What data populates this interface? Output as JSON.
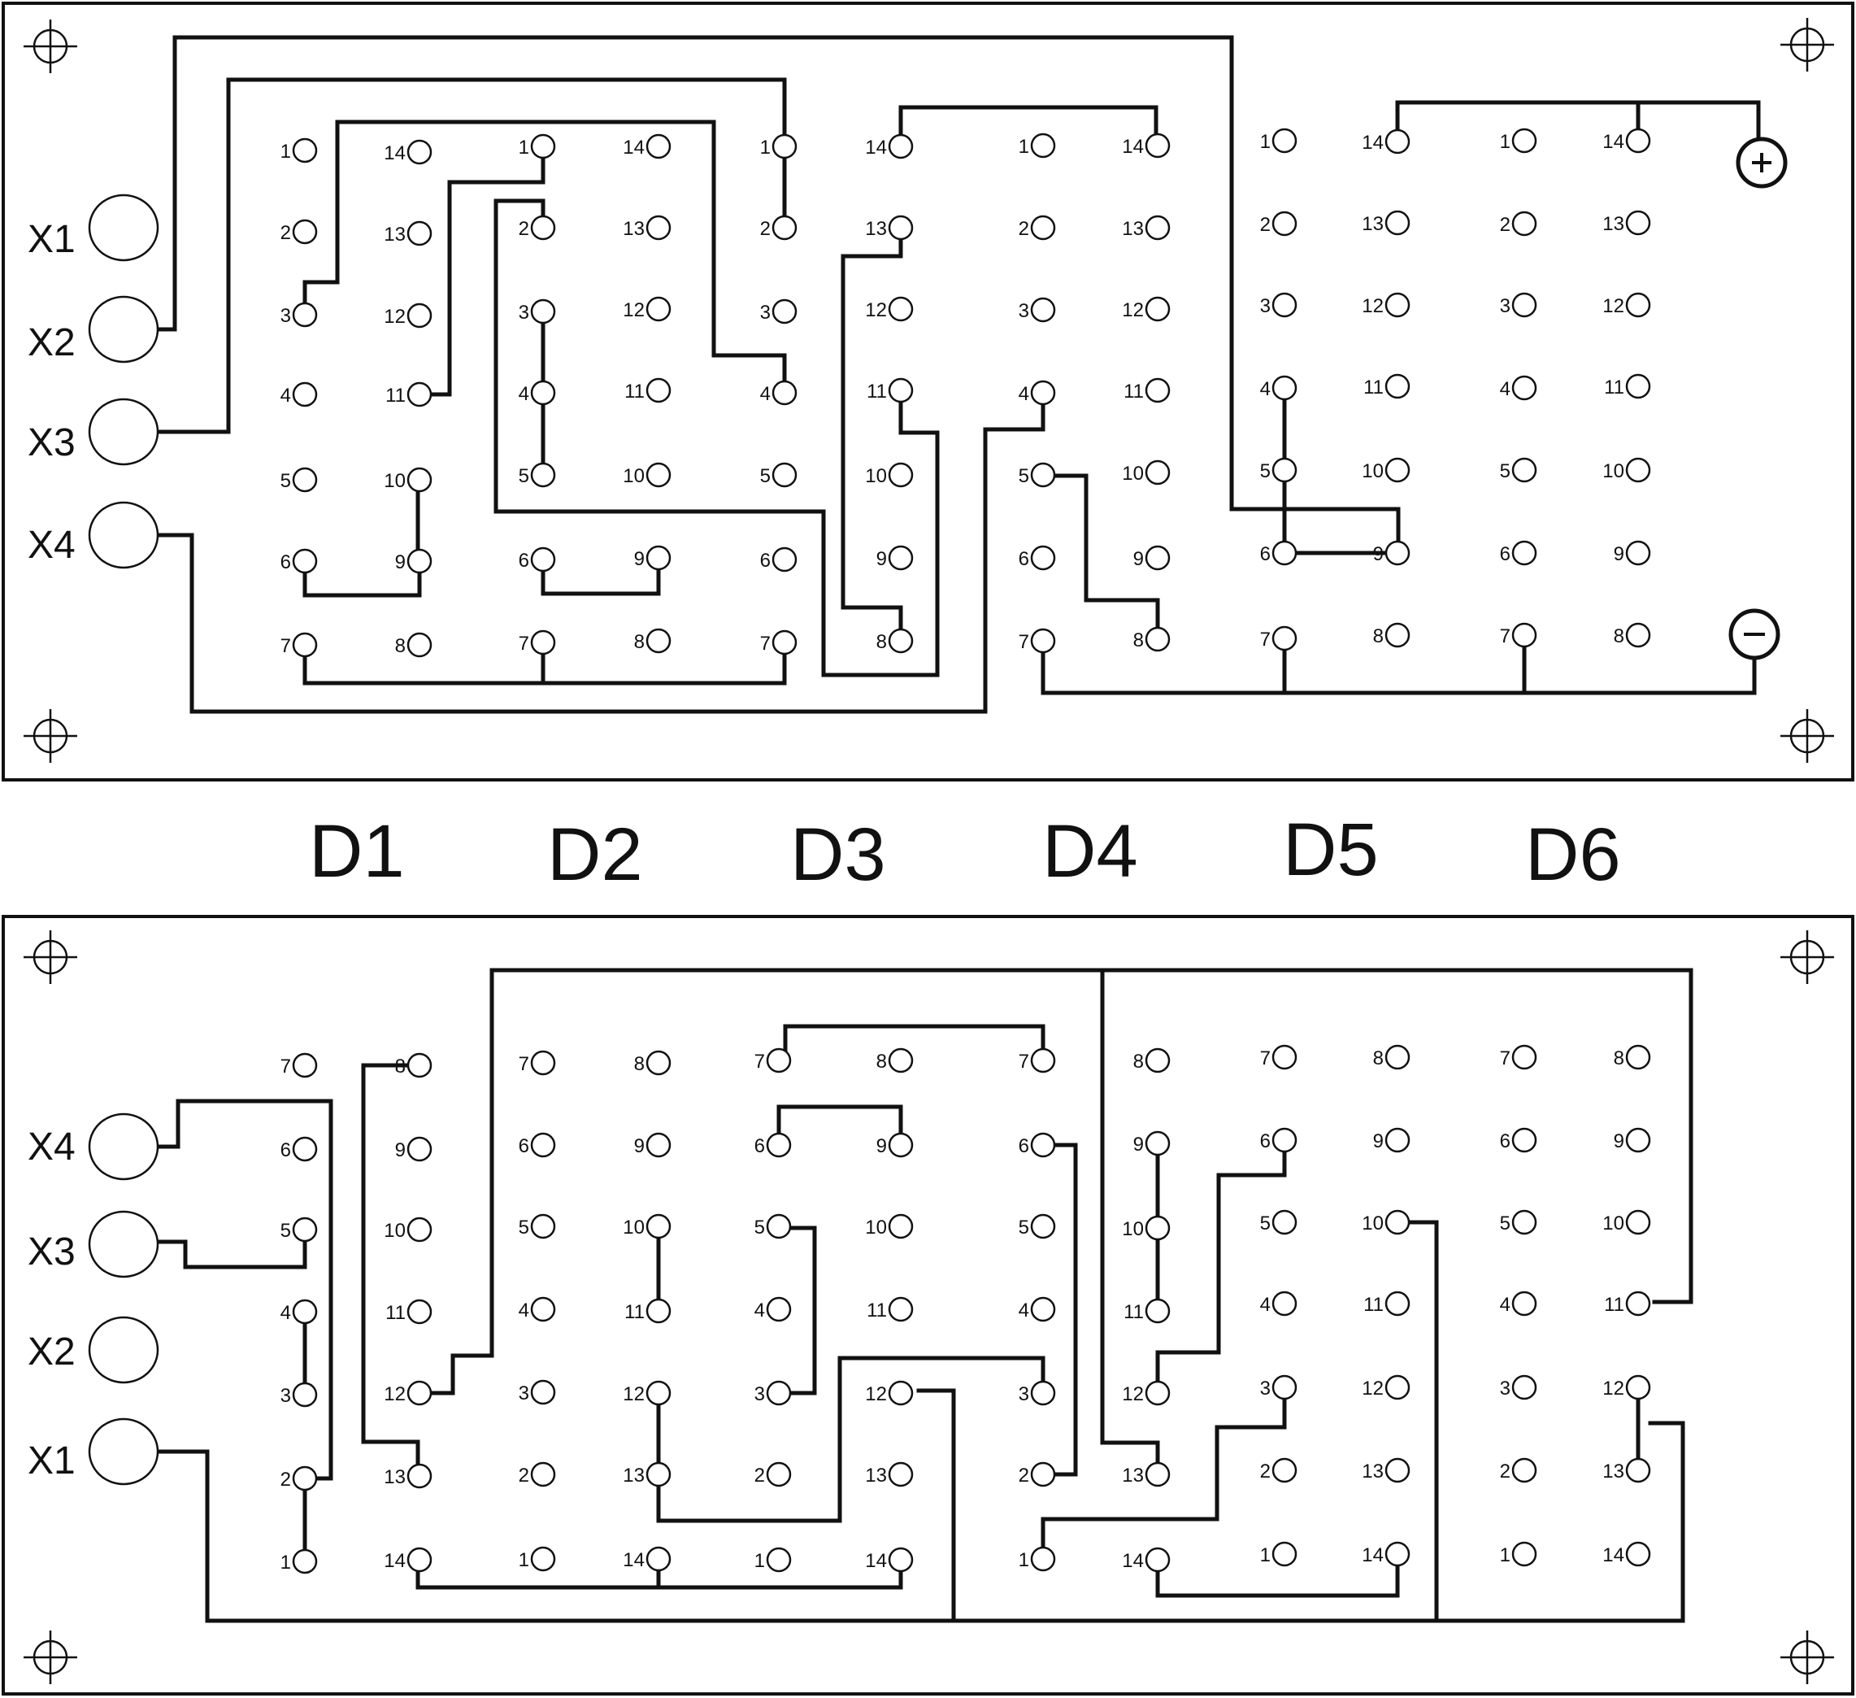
{
  "connector_labels": {
    "top": [
      "X1",
      "X2",
      "X3",
      "X4"
    ],
    "bottom": [
      "X4",
      "X3",
      "X2",
      "X1"
    ]
  },
  "chip_labels": [
    "D1",
    "D2",
    "D3",
    "D4",
    "D5",
    "D6"
  ],
  "terminals": {
    "plus": "+",
    "minus": "−"
  },
  "chip_pins": {
    "top_left": [
      "1",
      "2",
      "3",
      "4",
      "5",
      "6",
      "7"
    ],
    "top_right": [
      "14",
      "13",
      "12",
      "11",
      "10",
      "9",
      "8"
    ],
    "bottom_left": [
      "7",
      "6",
      "5",
      "4",
      "3",
      "2",
      "1"
    ],
    "bottom_right": [
      "8",
      "9",
      "10",
      "11",
      "12",
      "13",
      "14"
    ]
  }
}
